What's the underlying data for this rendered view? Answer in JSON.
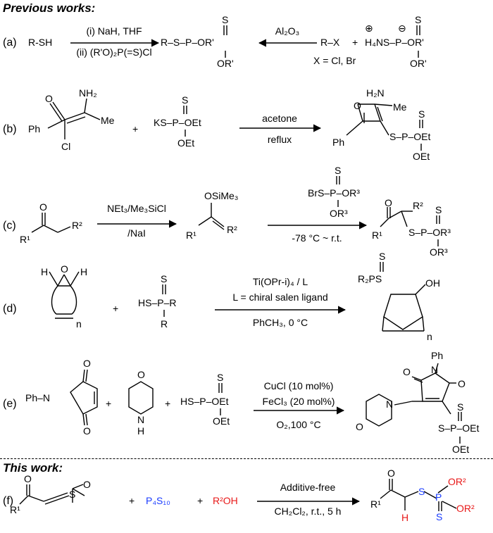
{
  "headers": {
    "previous": "Previous works:",
    "this_work": "This work:"
  },
  "rows": {
    "a": {
      "label": "(a)",
      "reactant": "R-SH",
      "reagent1": "(i) NaH, THF",
      "reagent2": "(ii) (R'O)₂P(=S)Cl",
      "product": "R–S–P–OR'",
      "product_top": "S",
      "product_bottom": "OR'",
      "condition": "Al₂O₃",
      "alkyl_halide": "R–X",
      "x_def": "X = Cl, Br",
      "plus": "+",
      "salt": "H₄NS–P–OR'",
      "salt_top": "S",
      "salt_bottom": "OR'",
      "plus_charge": "⊕",
      "minus_charge": "⊖"
    },
    "b": {
      "label": "(b)",
      "nh2": "NH₂",
      "ph": "Ph",
      "cl": "Cl",
      "me": "Me",
      "o": "O",
      "plus": "+",
      "salt": "KS–P–OEt",
      "salt_top": "S",
      "salt_bottom": "OEt",
      "cond1": "acetone",
      "cond2": "reflux",
      "p_h2n": "H₂N",
      "p_me": "Me",
      "p_o": "O",
      "p_ph": "Ph",
      "p_chain": "S–P–OEt",
      "p_top": "S",
      "p_bottom": "OEt"
    },
    "c": {
      "label": "(c)",
      "o": "O",
      "r1": "R¹",
      "r2": "R²",
      "cond1": "NEt₃/Me₃SiCl",
      "cond2": "/NaI",
      "otms": "OSiMe₃",
      "i_r1": "R¹",
      "i_r2": "R²",
      "reagent": "BrS–P–OR³",
      "reagent_top": "S",
      "reagent_bottom": "OR³",
      "cond3": "-78 °C ~ r.t.",
      "p_o": "O",
      "p_r1": "R¹",
      "p_r2": "R²",
      "p_chain": "S–P–OR³",
      "p_top": "S",
      "p_bottom": "OR³"
    },
    "d": {
      "label": "(d)",
      "h_left": "H",
      "h_right": "H",
      "o": "O",
      "n": "n",
      "plus": "+",
      "reagent": "HS–P–R",
      "reagent_top": "S",
      "reagent_bottom": "R",
      "cond1": "Ti(OPr-i)₄ / L",
      "cond2": "L = chiral salen ligand",
      "cond3": "PhCH₃, 0 °C",
      "p_r2ps": "R₂PS",
      "p_s": "S",
      "p_oh": "OH",
      "p_n": "n"
    },
    "e": {
      "label": "(e)",
      "ph": "Ph–N",
      "o_top": "O",
      "o_bottom": "O",
      "plus1": "+",
      "morph_o": "O",
      "morph_n": "N",
      "morph_h": "H",
      "plus2": "+",
      "reagent": "HS–P–OEt",
      "reagent_top": "S",
      "reagent_bottom": "OEt",
      "cond1": "CuCl (10 mol%)",
      "cond2": "FeCl₃ (20 mol%)",
      "cond3": "O₂,100 °C",
      "p_ph": "Ph",
      "p_n": "N",
      "p_o1": "O",
      "p_o2": "O",
      "p_morph_n": "N",
      "p_morph_o": "O",
      "p_chain": "S–P–OEt",
      "p_top": "S",
      "p_bottom": "OEt"
    },
    "f": {
      "label": "(f)",
      "o": "O",
      "r1": "R¹",
      "s": "S",
      "s_o": "O",
      "plus1": "+",
      "p4s10": "P₄S₁₀",
      "plus2": "+",
      "roh": "R²OH",
      "cond1": "Additive-free",
      "cond2": "CH₂Cl₂, r.t., 5 h",
      "p_o": "O",
      "p_r1": "R¹",
      "p_h": "H",
      "p_s": "S",
      "p_p": "P",
      "p_s2": "S",
      "p_or2_top": "OR²",
      "p_or2_right": "OR²"
    }
  },
  "colors": {
    "blue": "#1a3cff",
    "red": "#e81919",
    "black": "#000000"
  }
}
